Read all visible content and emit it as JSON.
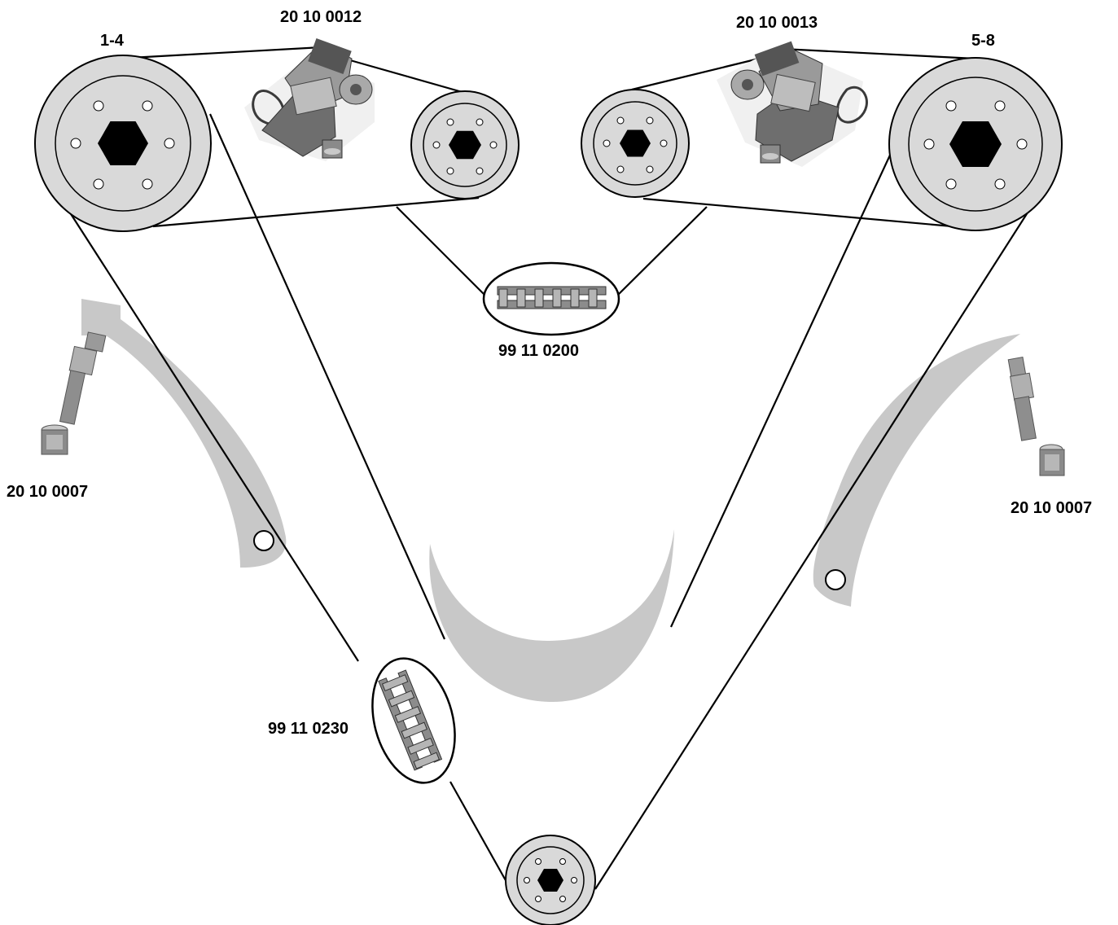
{
  "labels": {
    "bank_left": "1-4",
    "bank_right": "5-8",
    "tensioner_left": "20 10 0012",
    "tensioner_right": "20 10 0013",
    "upper_chain": "99 11 0200",
    "main_chain": "99 11 0230",
    "guide_bolt_left": "20 10 0007",
    "guide_bolt_right": "20 10 0007"
  },
  "icons": {
    "sprocket": "sprocket-icon",
    "tensioner": "hydraulic-tensioner-icon",
    "chain": "roller-chain-icon",
    "guide_bolt": "guide-bolt-icon",
    "guide_rail": "chain-guide-rail-icon"
  },
  "colors": {
    "sprocket_fill": "#d9d9d9",
    "guide_fill": "#c8c8c8",
    "metal_dark": "#6e6e6e",
    "metal_mid": "#9a9a9a",
    "metal_light": "#c9c9c9",
    "line": "#000000"
  }
}
